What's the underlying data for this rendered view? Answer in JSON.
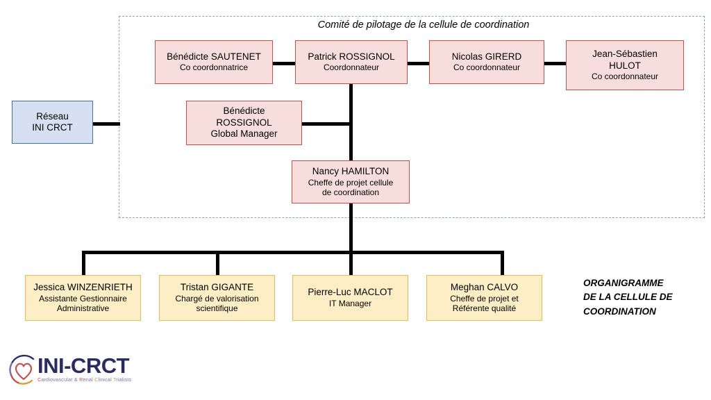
{
  "chart_title": "Comité de pilotage de la cellule de coordination",
  "side_caption": {
    "line1": "ORGANIGRAMME",
    "line2": "DE LA CELLULE DE",
    "line3": "COORDINATION"
  },
  "colors": {
    "pink_fill": "#f7dedd",
    "pink_border": "#c0504d",
    "blue_fill": "#d6e0f2",
    "blue_border": "#4472a8",
    "yellow_fill": "#fdeec5",
    "yellow_border": "#e0bc62",
    "frame_dash": "#8fa0c6",
    "connector": "#000000",
    "logo_navy": "#2b2b60"
  },
  "network": {
    "line1": "Réseau",
    "line2": "INI CRCT"
  },
  "committee": [
    {
      "line1": "Bénédicte SAUTENET",
      "line2": "Co coordonnatrice",
      "line3": ""
    },
    {
      "line1": "Patrick ROSSIGNOL",
      "line2": "Coordonnateur",
      "line3": ""
    },
    {
      "line1": "Nicolas GIRERD",
      "line2": "Co coordonnateur",
      "line3": ""
    },
    {
      "line1": "Jean-Sébastien",
      "line2": "HULOT",
      "line3": "Co coordonnateur"
    }
  ],
  "global_manager": {
    "line1": "Bénédicte",
    "line2": "ROSSIGNOL",
    "line3": "Global Manager"
  },
  "project_lead": {
    "line1": "Nancy HAMILTON",
    "line2": "Cheffe de projet cellule",
    "line3": "de coordination"
  },
  "team": [
    {
      "line1": "Jessica WINZENRIETH",
      "line2": "Assistante Gestionnaire",
      "line3": "Administrative"
    },
    {
      "line1": "Tristan GIGANTE",
      "line2": "Chargé de valorisation",
      "line3": "scientifique"
    },
    {
      "line1": "Pierre-Luc MACLOT",
      "line2": "IT Manager",
      "line3": ""
    },
    {
      "line1": "Meghan CALVO",
      "line2": "Cheffe de projet et",
      "line3": "Référente qualité"
    }
  ],
  "logo": {
    "word": "INI-CRCT",
    "tagline_parts": [
      {
        "text": "C",
        "tone": "c"
      },
      {
        "text": "ardiovascular & ",
        "tone": "n"
      },
      {
        "text": "R",
        "tone": "c"
      },
      {
        "text": "enal ",
        "tone": "n"
      },
      {
        "text": "C",
        "tone": "d"
      },
      {
        "text": "linical ",
        "tone": "n"
      },
      {
        "text": "T",
        "tone": "d"
      },
      {
        "text": "rialists",
        "tone": "n"
      }
    ],
    "tagline": "Cardiovascular & Renal Clinical Trialists"
  }
}
